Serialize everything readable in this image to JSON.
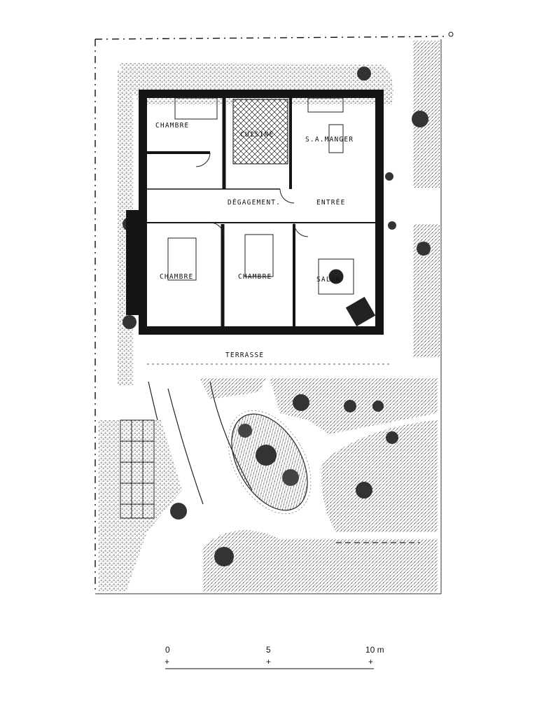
{
  "rooms": {
    "chambre_nw": "CHAMBRE",
    "cuisine": "CUISINE",
    "salle_a_manger": "S.A.MANGER",
    "degagement": "DÉGAGEMENT.",
    "entree": "ENTRÉE",
    "chambre_sw": "CHAMBRE",
    "chambre_mid": "CHAMBRE",
    "salon": "SALON",
    "terrasse": "TERRASSE"
  },
  "scale": {
    "labels": [
      "0",
      "5",
      "10 m"
    ],
    "tick_mark": "+"
  },
  "colors": {
    "ink": "#111111",
    "paper": "#ffffff",
    "garden": "#9a9a9a",
    "wall": "#151515"
  }
}
